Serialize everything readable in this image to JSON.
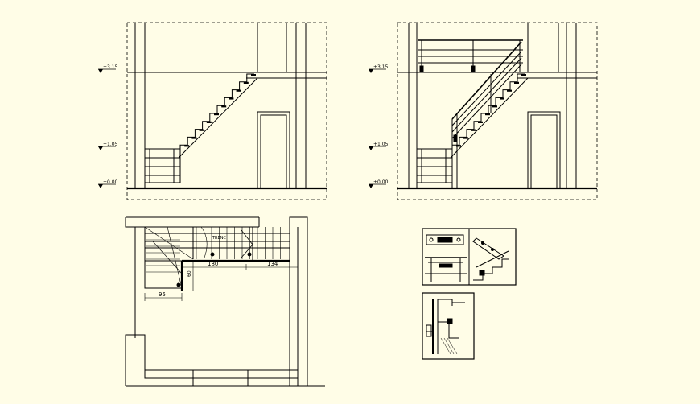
{
  "canvas": {
    "background": "#fffde7",
    "ink": "#000000"
  },
  "elevations": {
    "upper": "+3.15",
    "middle": "+1.05",
    "base": "±0.00"
  },
  "plan_dims": {
    "top_a": "180",
    "top_b": "134",
    "side": "60",
    "bottom": "95"
  },
  "plan_label": "TRENC"
}
